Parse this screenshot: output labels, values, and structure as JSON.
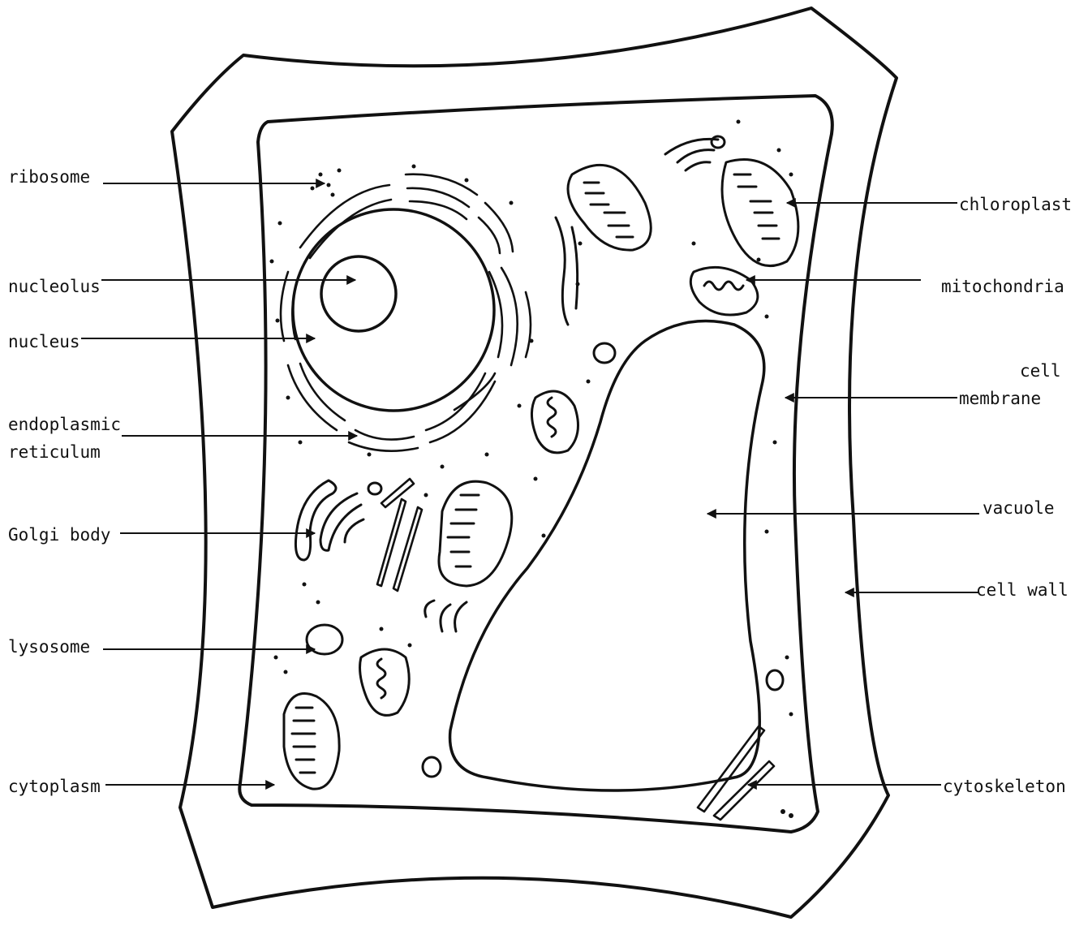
{
  "diagram": {
    "labels": {
      "ribosome": "ribosome",
      "nucleolus": "nucleolus",
      "nucleus": "nucleus",
      "endoplasmic_1": "endoplasmic",
      "endoplasmic_2": "reticulum",
      "golgi": "Golgi body",
      "lysosome": "lysosome",
      "cytoplasm": "cytoplasm",
      "chloroplast": "chloroplast",
      "mitochondria": "mitochondria",
      "cell_membrane_1": "cell",
      "cell_membrane_2": "membrane",
      "vacuole": "vacuole",
      "cell_wall": "cell wall",
      "cytoskeleton": "cytoskeleton"
    },
    "ink_color": "#111111"
  }
}
